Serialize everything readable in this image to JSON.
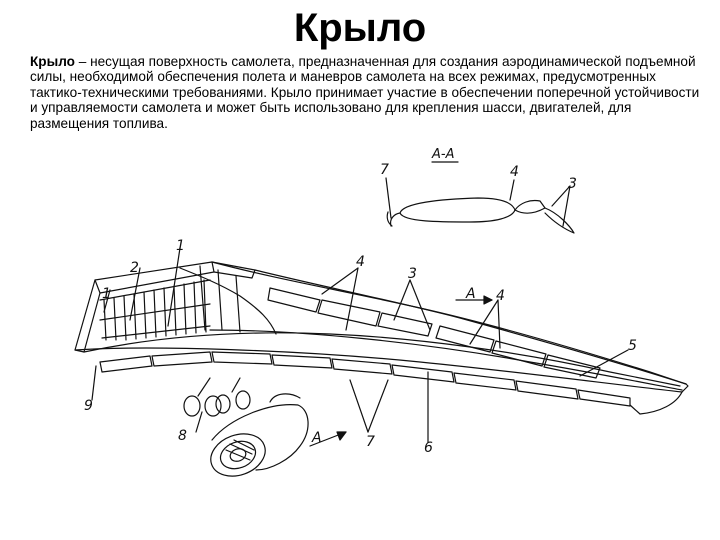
{
  "slide": {
    "title": "Крыло",
    "definition_term": "Крыло",
    "definition_text": " – несущая поверхность самолета, предназначенная для создания аэродинамической подъемной силы, необходимой обеспечения полета и маневров самолета на всех режимах, предусмотренных тактико-техническими требованиями. Крыло принимает участие в обеспечении поперечной устойчивости и управляемости самолета и может быть использовано для крепления шасси, двигателей, для размещения топлива."
  },
  "figure": {
    "section_label": "А-А",
    "section_arrow_label": "А",
    "view_arrow_label": "А",
    "callouts": {
      "c1": "1",
      "c2": "2",
      "c3_top": "3",
      "c3_section": "3",
      "c4_top": "4",
      "c4_section": "4",
      "c4_right": "4",
      "c5": "5",
      "c6": "6",
      "c7_section": "7",
      "c7_bottom": "7",
      "c8": "8",
      "c9": "9"
    }
  }
}
